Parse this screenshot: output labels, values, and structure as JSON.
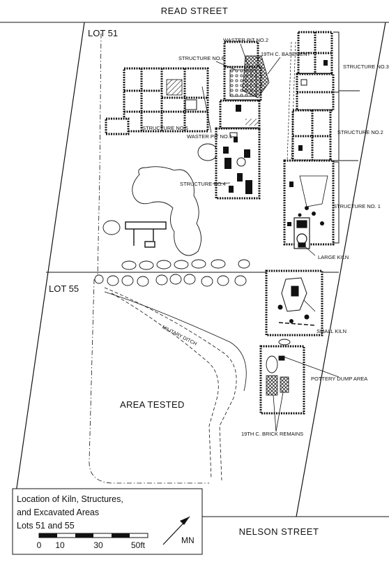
{
  "streets": {
    "top": "READ STREET",
    "bottom": "NELSON STREET"
  },
  "lots": {
    "upper": "LOT 51",
    "lower": "LOT 55"
  },
  "labels": {
    "waster_pit_2": "WASTER PIT NO.2",
    "basement": "19TH C. BASEMENT",
    "structure_6": "STRUCTURE NO.6",
    "structure_3": "STRUCTURE NO.3",
    "structure_5": "STRUCTURE NO.5",
    "waster_pit_1": "WASTER PIT NO.1",
    "structure_2": "STRUCTURE NO.2",
    "structure_4": "STRUCTURE NO.4",
    "structure_1": "STRUCTURE NO. 1",
    "large_kiln": "LARGE KILN",
    "military_ditch": "MILITARY DITCH",
    "small_kiln": "SMALL KILN",
    "pottery_dump": "POTTERY DUMP AREA",
    "area_tested": "AREA TESTED",
    "brick_remains": "19TH C. BRICK REMAINS"
  },
  "legend": {
    "line1": "Location of Kiln, Structures,",
    "line2": "and Excavated Areas",
    "line3": "Lots 51 and 55",
    "scale_ticks": [
      "0",
      "10",
      "30",
      "50ft"
    ],
    "north": "MN"
  },
  "colors": {
    "ink": "#111111",
    "paper": "#ffffff"
  }
}
